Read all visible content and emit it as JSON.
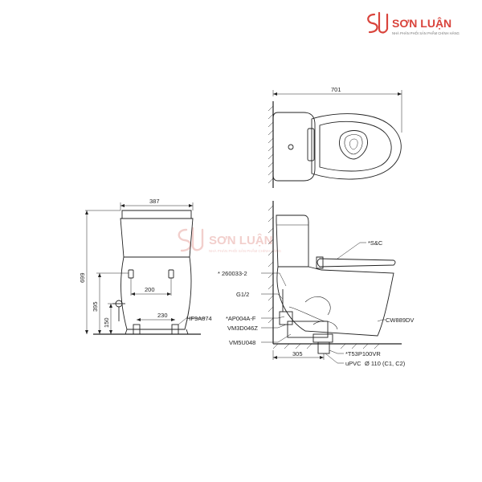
{
  "logo": {
    "brand": "SƠN LUẬN",
    "tagline": "NHÀ PHÂN PHỐI SẢN PHẨM CHÍNH HÃNG",
    "accent": "#d9443c"
  },
  "watermark": {
    "brand": "SƠN LUẬN",
    "tagline": "NHÀ PHÂN PHỐI SẢN PHẨM CHÍNH HÃNG"
  },
  "dimensions": {
    "top_length": "701",
    "front_width": "387",
    "total_height": "699",
    "inlet_height": "395",
    "supply_height": "150",
    "inlet_spacing": "200",
    "foot_spacing": "230",
    "rough_in": "305"
  },
  "callouts": {
    "front_hose": "HF9A874",
    "seat": "*S&C",
    "part_260033": "* 260033-2",
    "g12": "G1/2",
    "ap004": "*AP004A-F",
    "vm3d": "VM3D046Z",
    "vm5u": "VM5U048",
    "cw889": "CW889DV",
    "t53": "*T53P100VR",
    "upvc": "uPVC",
    "diameter": "Ø 110 (C1, C2)"
  },
  "colors": {
    "line": "#222222",
    "watermark": "#e8a9a4"
  }
}
